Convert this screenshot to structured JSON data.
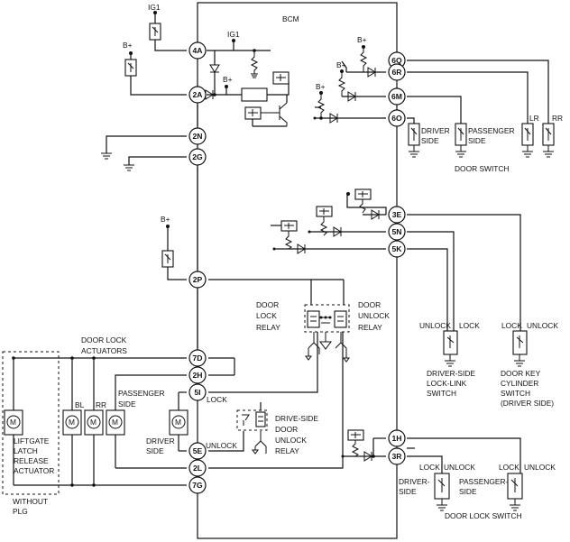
{
  "module": {
    "name": "BCM"
  },
  "supplies": {
    "ig1": "IG1",
    "bplus": "B+"
  },
  "connector_pins": [
    "4A",
    "2A",
    "2N",
    "2G",
    "2P",
    "7D",
    "2H",
    "5I",
    "5E",
    "2L",
    "7G",
    "6Q",
    "6R",
    "6M",
    "6O",
    "3E",
    "5N",
    "5K",
    "1H",
    "3R"
  ],
  "labels": {
    "door_lock_relay": [
      "DOOR",
      "LOCK",
      "RELAY"
    ],
    "door_unlock_relay": [
      "DOOR",
      "UNLOCK",
      "RELAY"
    ],
    "door_lock_actuators": [
      "DOOR LOCK",
      "ACTUATORS"
    ],
    "passenger_side": [
      "PASSENGER",
      "SIDE"
    ],
    "lock": "LOCK",
    "unlock": "UNLOCK",
    "driver_side": [
      "DRIVER",
      "SIDE"
    ],
    "drive_side_unlock_relay": [
      "DRIVE-SIDE",
      "DOOR",
      "UNLOCK",
      "RELAY"
    ],
    "bl": "BL",
    "rr": "RR",
    "lr": "LR",
    "liftgate": [
      "LIFTGATE",
      "LATCH",
      "RELEASE",
      "ACTUATOR"
    ],
    "without_plg": [
      "WITHOUT",
      "PLG"
    ],
    "driver_side_switch": [
      "DRIVER",
      "SIDE"
    ],
    "passenger_side_switch": [
      "PASSENGER",
      "SIDE"
    ],
    "door_switch": "DOOR SWITCH",
    "driver_lock_link": [
      "DRIVER-SIDE",
      "LOCK-LINK",
      "SWITCH"
    ],
    "door_key_cylinder": [
      "DOOR KEY",
      "CYLINDER",
      "SWITCH",
      "(DRIVER SIDE)"
    ],
    "lock_switch_driver": [
      "DRIVER-",
      "SIDE"
    ],
    "lock_switch_passenger": [
      "PASSENGER-",
      "SIDE"
    ],
    "door_lock_switch": "DOOR LOCK SWITCH",
    "motor": "M"
  }
}
